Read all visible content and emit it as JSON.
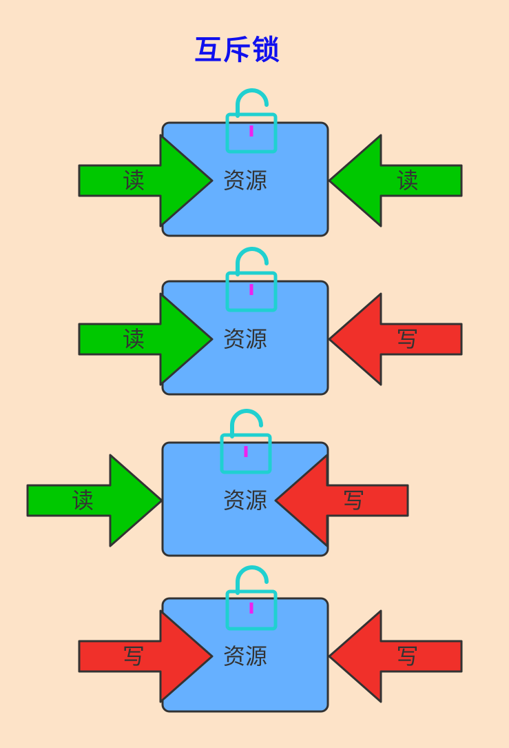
{
  "title": "互斥锁",
  "colors": {
    "background": "#fde3c8",
    "resource_fill": "#66b0ff",
    "read_arrow": "#00c800",
    "write_arrow": "#f0302a",
    "lock": "#20d0d0",
    "keyhole": "#ee22ee",
    "title": "#1010ee",
    "outline": "#333333"
  },
  "scenarios": [
    {
      "resource_label": "资源",
      "left_op": "读",
      "right_op": "读",
      "left_kind": "read",
      "right_kind": "read",
      "lock_icon": "unlocked-padlock"
    },
    {
      "resource_label": "资源",
      "left_op": "读",
      "right_op": "写",
      "left_kind": "read",
      "right_kind": "write",
      "lock_icon": "unlocked-padlock"
    },
    {
      "resource_label": "资源",
      "left_op": "读",
      "right_op": "写",
      "left_kind": "read",
      "right_kind": "write",
      "lock_icon": "unlocked-padlock"
    },
    {
      "resource_label": "资源",
      "left_op": "写",
      "right_op": "写",
      "left_kind": "write",
      "right_kind": "write",
      "lock_icon": "unlocked-padlock"
    }
  ]
}
